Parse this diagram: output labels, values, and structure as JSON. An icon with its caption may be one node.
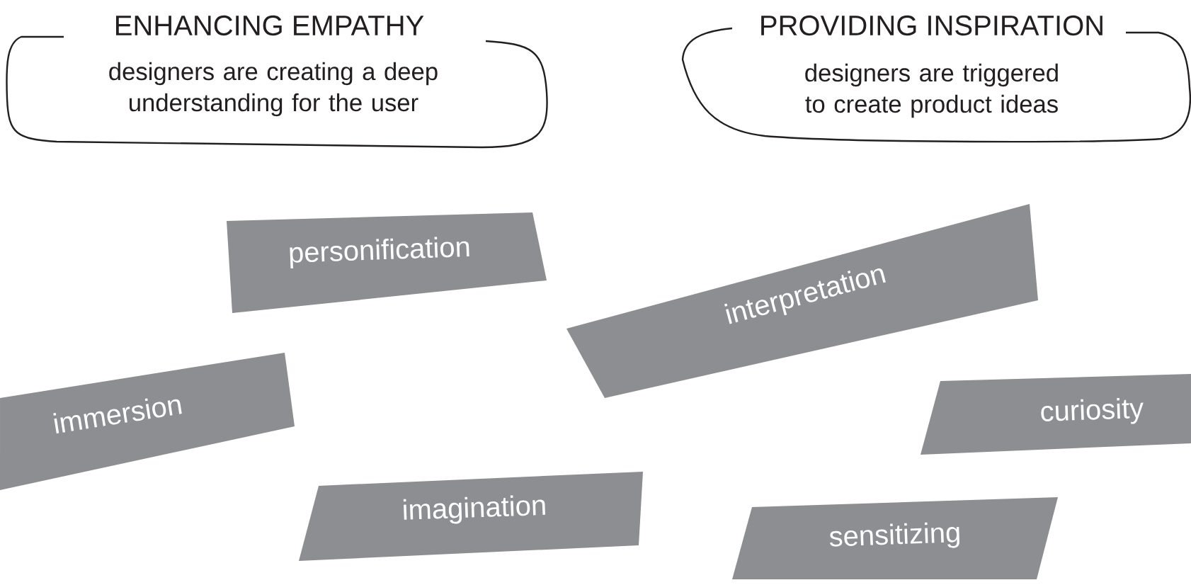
{
  "diagram": {
    "nodes": [
      {
        "text": [
          "ENHANCING EMPATHY",
          "designers are creating a deep understanding for the user"
        ]
      },
      {
        "text": [
          "PROVIDING INSPIRATION",
          "designers are triggered to create product ideas"
        ]
      },
      {
        "text": [
          "personification"
        ]
      },
      {
        "text": [
          "interpretation"
        ]
      },
      {
        "text": [
          "immersion"
        ]
      },
      {
        "text": [
          "curiosity"
        ]
      },
      {
        "text": [
          "imagination"
        ]
      },
      {
        "text": [
          "sensitizing"
        ]
      }
    ]
  }
}
